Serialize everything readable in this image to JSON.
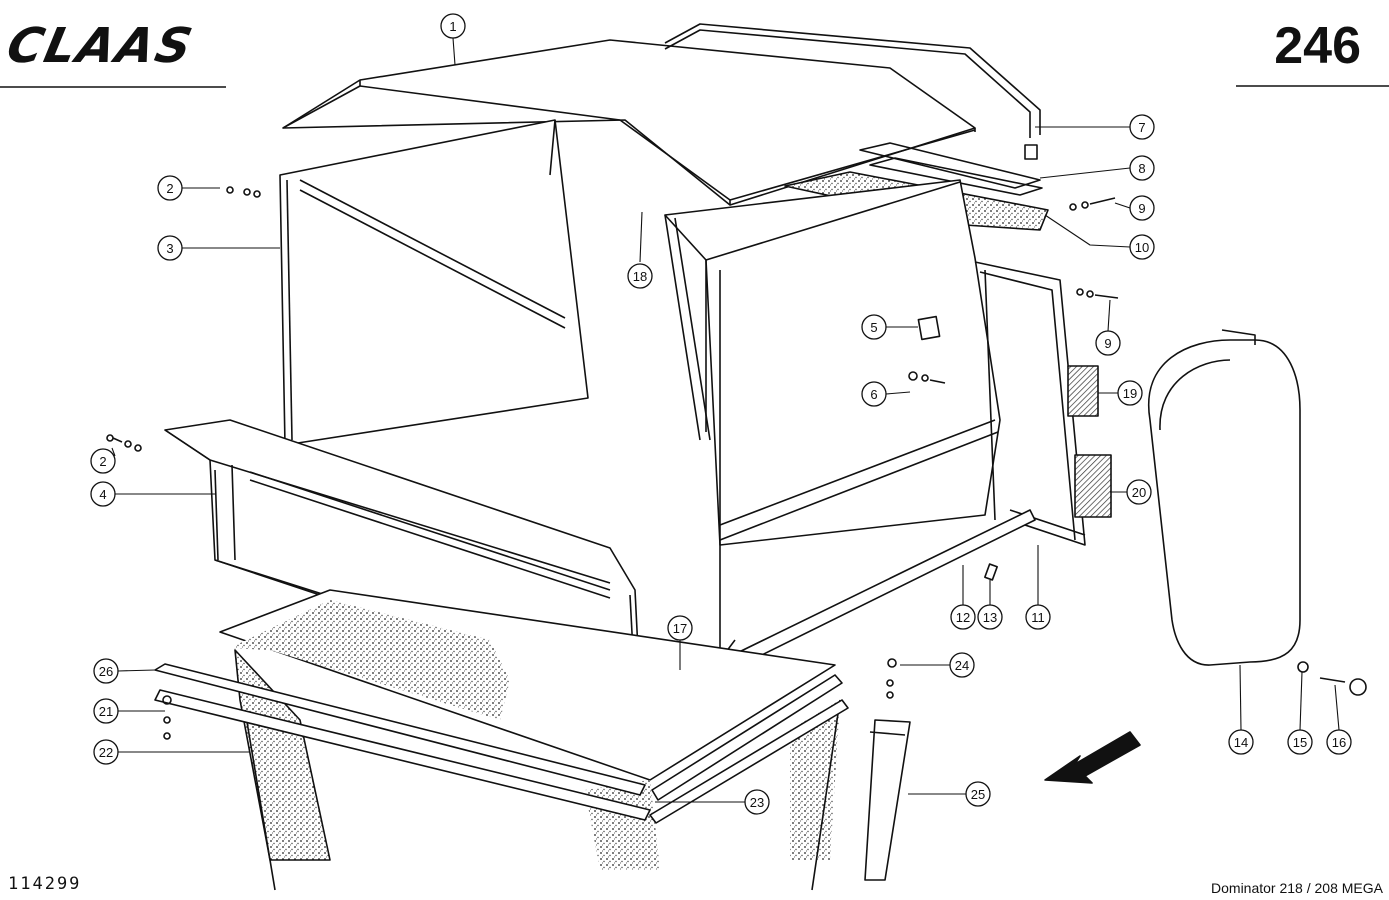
{
  "header": {
    "brand": "CLAAS",
    "page_number": "246"
  },
  "footer": {
    "document_number": "114299",
    "model": "Dominator 218 / 208 MEGA"
  },
  "callouts": [
    {
      "id": "c1",
      "label": "1"
    },
    {
      "id": "c2a",
      "label": "2"
    },
    {
      "id": "c3",
      "label": "3"
    },
    {
      "id": "c2b",
      "label": "2"
    },
    {
      "id": "c4",
      "label": "4"
    },
    {
      "id": "c18",
      "label": "18"
    },
    {
      "id": "c5",
      "label": "5"
    },
    {
      "id": "c6",
      "label": "6"
    },
    {
      "id": "c7",
      "label": "7"
    },
    {
      "id": "c8",
      "label": "8"
    },
    {
      "id": "c9a",
      "label": "9"
    },
    {
      "id": "c10",
      "label": "10"
    },
    {
      "id": "c9b",
      "label": "9"
    },
    {
      "id": "c19",
      "label": "19"
    },
    {
      "id": "c20",
      "label": "20"
    },
    {
      "id": "c11",
      "label": "11"
    },
    {
      "id": "c12",
      "label": "12"
    },
    {
      "id": "c13",
      "label": "13"
    },
    {
      "id": "c17",
      "label": "17"
    },
    {
      "id": "c24",
      "label": "24"
    },
    {
      "id": "c25",
      "label": "25"
    },
    {
      "id": "c26",
      "label": "26"
    },
    {
      "id": "c21",
      "label": "21"
    },
    {
      "id": "c22",
      "label": "22"
    },
    {
      "id": "c23",
      "label": "23"
    },
    {
      "id": "c14",
      "label": "14"
    },
    {
      "id": "c15",
      "label": "15"
    },
    {
      "id": "c16",
      "label": "16"
    }
  ]
}
